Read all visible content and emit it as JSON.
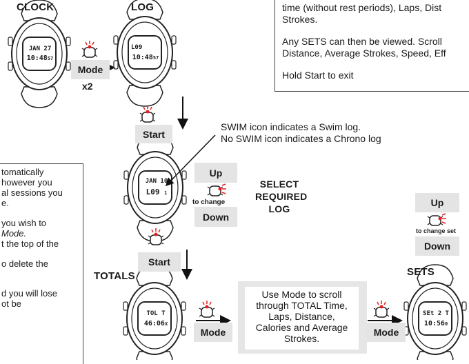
{
  "labels": {
    "clock": "CLOCK",
    "log": "LOG",
    "totals": "TOTALS",
    "sets": "SETS",
    "select_required_log": [
      "SELECT",
      "REQUIRED",
      "LOG"
    ]
  },
  "buttons": {
    "mode1": "Mode",
    "mode1_count": "x2",
    "start1": "Start",
    "up1": "Up",
    "to_change": "to change",
    "down1": "Down",
    "start2": "Start",
    "mode2": "Mode",
    "mode3": "Mode",
    "up2": "Up",
    "to_change_set": "to change set",
    "down2": "Down"
  },
  "watch_screens": {
    "clock": {
      "line1": "JAN 27",
      "line2": "10:48",
      "sec": "57"
    },
    "log": {
      "line1": "L09",
      "line2": "10:48",
      "sec": "57"
    },
    "select": {
      "line1": "JAN 10",
      "line2": "L09",
      "sec": "1"
    },
    "totals": {
      "line1": "TOL T",
      "line2": "46:06",
      "sec": "X"
    },
    "sets": {
      "line1": "SEt 2 T",
      "line2": "10:56",
      "sec": "0"
    }
  },
  "notes": {
    "swim_icon": "SWIM icon indicates a Swim log.",
    "no_swim_icon": "No SWIM icon indicates a Chrono log",
    "totals_box": [
      "Use Mode to scroll",
      "through TOTAL Time,",
      "Laps, Distance,",
      "Calories and Average",
      "Strokes."
    ],
    "top_right": [
      "time (without rest periods), Laps, Dist",
      "Strokes.",
      "Any SETS can then be viewed. Scroll",
      "Distance, Average Strokes, Speed, Eff",
      "Hold Start to exit"
    ],
    "left_box": [
      "tomatically",
      "however you",
      "al sessions you",
      "e.",
      "you wish to",
      "Mode.",
      "t the top of the",
      "o delete the",
      "d you will lose",
      "ot be"
    ]
  }
}
